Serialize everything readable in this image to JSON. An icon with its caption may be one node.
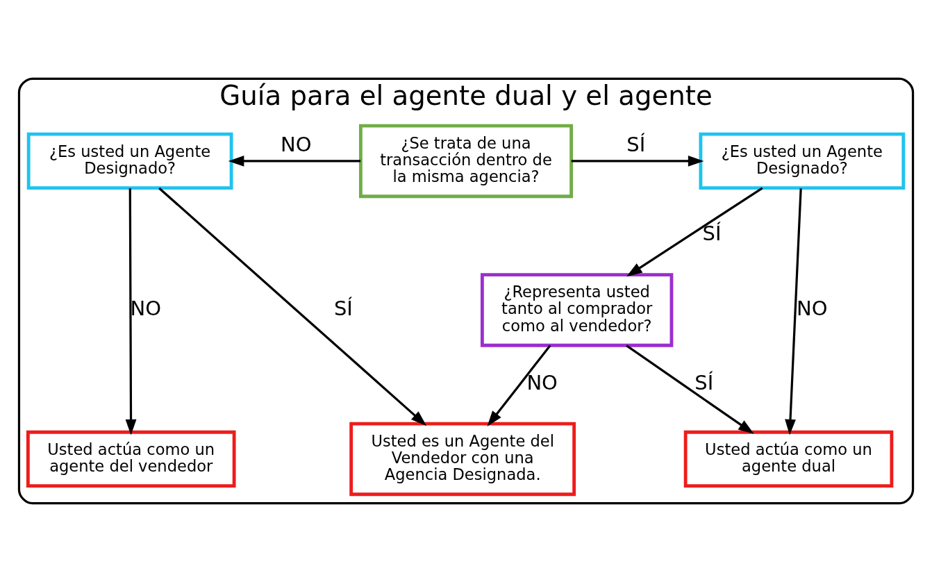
{
  "diagram": {
    "nodes": [
      {
        "text": [
          "Guía para el agente dual y el agente"
        ]
      },
      {
        "text": [
          "¿Se trata de una transacción dentro de la misma agencia?"
        ],
        "in": 0
      },
      {
        "text": [
          "¿Es usted un Agente Designado?"
        ],
        "in": 0
      },
      {
        "text": [
          "¿Es usted un Agente Designado?"
        ],
        "in": 0
      },
      {
        "text": [
          "¿Representa usted tanto al comprador como al vendedor?"
        ],
        "in": 0
      },
      {
        "text": [
          "Usted actúa como un agente dual"
        ],
        "in": 0
      },
      {
        "text": [
          "Usted es un Agente del Vendedor con una Agencia Designada."
        ],
        "in": 0
      },
      {
        "text": [
          "Usted actúa como un agente del vendedor"
        ],
        "in": 0
      }
    ],
    "edges": [
      {
        "from": 1,
        "to": 2,
        "arrow": "to",
        "label": "SÍ"
      },
      {
        "from": 1,
        "to": 3,
        "arrow": "to",
        "label": "NO"
      },
      {
        "from": 2,
        "to": 5,
        "arrow": "to",
        "label": "NO"
      },
      {
        "from": 2,
        "to": 4,
        "arrow": "to",
        "label": "SÍ"
      },
      {
        "from": 4,
        "to": 5,
        "arrow": "to",
        "label": "SÍ"
      },
      {
        "from": 4,
        "to": 6,
        "arrow": "to",
        "label": "NO"
      },
      {
        "from": 3,
        "to": 6,
        "arrow": "to",
        "label": "SÍ"
      },
      {
        "from": 3,
        "to": 7,
        "arrow": "to",
        "label": "NO"
      }
    ]
  }
}
